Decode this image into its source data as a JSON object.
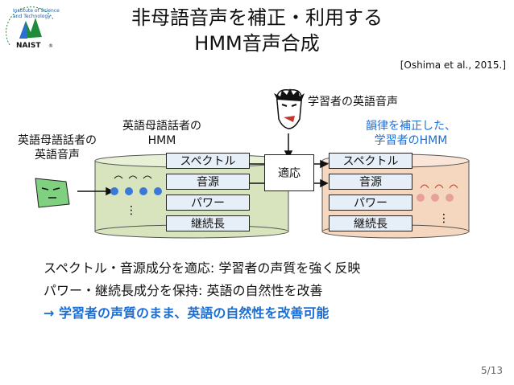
{
  "slide": {
    "title_line1": "非母語音声を補正・利用する",
    "title_line2": "HMM音声合成",
    "citation": "[Oshima et al., 2015.]",
    "page": "5/13",
    "logo_text": "Institute of Science and Technology",
    "logo_abbr": "NAIST",
    "logo_mark": "®"
  },
  "diagram": {
    "native_speaker_label": "英語母語話者の\n英語音声",
    "native_hmm_label": "英語母語話者の\nHMM",
    "learner_voice_label": "学習者の英語音声",
    "corrected_hmm_label": "韻律を補正した、\n学習者のHMM",
    "adapt_label": "適応",
    "left_params": [
      "スペクトル",
      "音源",
      "パワー",
      "継続長"
    ],
    "right_params": [
      "スペクトル",
      "音源",
      "パワー",
      "継続長"
    ],
    "colors": {
      "left_cylinder": "#d7e4bd",
      "right_cylinder": "#f5d7bf",
      "params": "#e6eef7",
      "accent_blue": "#1a6fd6"
    }
  },
  "bullets": [
    "スペクトル・音源成分を適応: 学習者の声質を強く反映",
    "パワー・継続長成分を保持: 英語の自然性を改善",
    "→ 学習者の声質のまま、英語の自然性を改善可能"
  ]
}
